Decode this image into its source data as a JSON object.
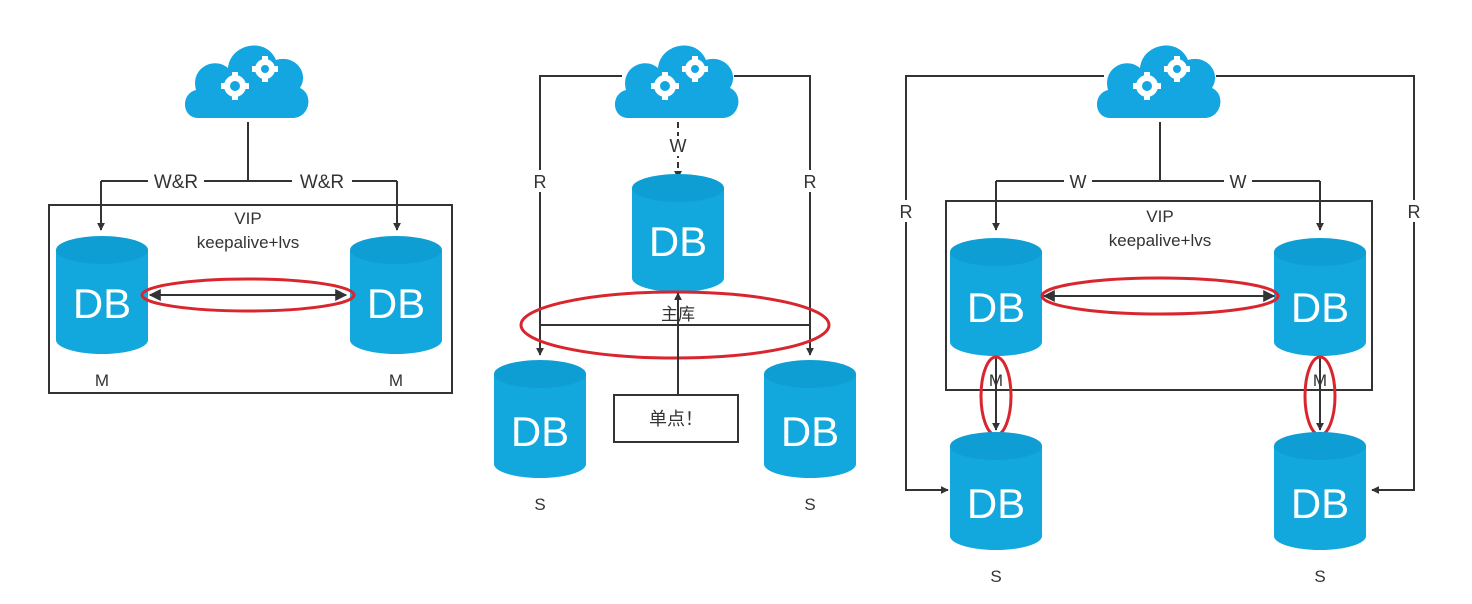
{
  "colors": {
    "db_fill": "#12a7dd",
    "db_top": "#0f9ed3",
    "cloud": "#13a6e0",
    "line": "#333333",
    "highlight": "#d9262e",
    "text": "#333333"
  },
  "icons": [
    "cloud-gears-icon",
    "database-icon"
  ],
  "diagrams": {
    "dual_master": {
      "cloud_icon": "cloud-gears-icon",
      "edge_left": "W&R",
      "edge_right": "W&R",
      "box_vip": "VIP",
      "box_service": "keepalive+lvs",
      "db_left": {
        "label": "DB",
        "role": "M"
      },
      "db_right": {
        "label": "DB",
        "role": "M"
      }
    },
    "master_slave": {
      "cloud_icon": "cloud-gears-icon",
      "edge_write": "W",
      "edge_read_left": "R",
      "edge_read_right": "R",
      "db_master": {
        "label": "DB",
        "caption": "主库"
      },
      "db_slave_left": {
        "label": "DB",
        "role": "S"
      },
      "db_slave_right": {
        "label": "DB",
        "role": "S"
      },
      "callout": "单点！"
    },
    "dual_master_slaves": {
      "cloud_icon": "cloud-gears-icon",
      "edge_write_left": "W",
      "edge_write_right": "W",
      "edge_read_left": "R",
      "edge_read_right": "R",
      "box_vip": "VIP",
      "box_service": "keepalive+lvs",
      "db_master_left": {
        "label": "DB",
        "role": "M"
      },
      "db_master_right": {
        "label": "DB",
        "role": "M"
      },
      "db_slave_left": {
        "label": "DB",
        "role": "S"
      },
      "db_slave_right": {
        "label": "DB",
        "role": "S"
      }
    }
  }
}
